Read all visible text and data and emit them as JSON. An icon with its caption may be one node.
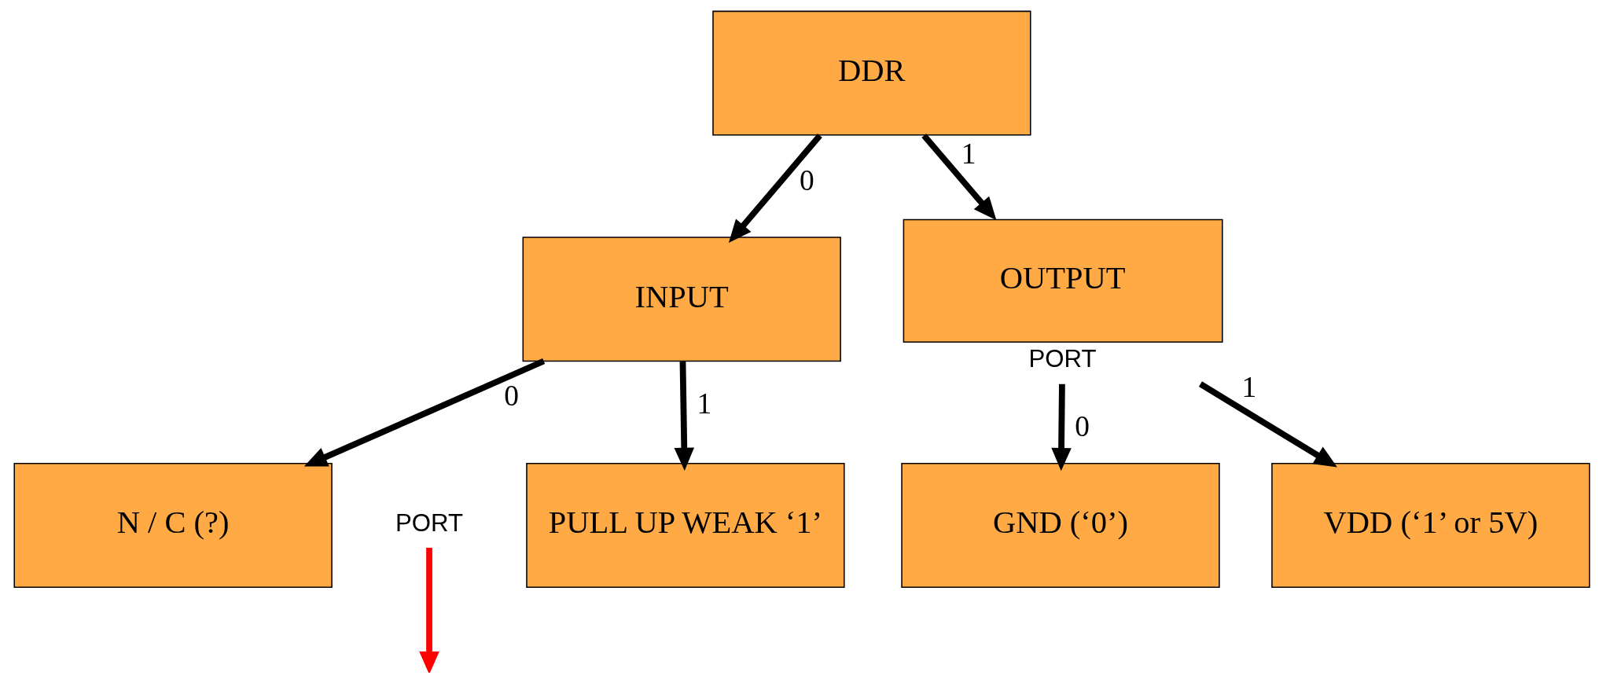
{
  "diagram": {
    "nodes": [
      {
        "text": [
          "DDR"
        ]
      },
      {
        "text": [
          "INPUT"
        ]
      },
      {
        "text": [
          "OUTPUT"
        ],
        "beside": [
          "PORT"
        ]
      },
      {
        "text": [
          "PORT"
        ]
      },
      {
        "text": [
          "N / C (?)"
        ]
      },
      {
        "text": [
          "PULL UP WEAK ‘1’"
        ]
      },
      {
        "text": [
          "GND (‘0’)"
        ]
      },
      {
        "text": [
          "VDD (‘1’ or 5V)"
        ]
      }
    ],
    "edges": [
      {
        "from": 0,
        "to": 1,
        "arrow": "to",
        "label": "0"
      },
      {
        "from": 0,
        "to": 2,
        "arrow": "to",
        "label": "1"
      },
      {
        "from": 1,
        "to": 4,
        "arrow": "to",
        "label": "0"
      },
      {
        "from": 1,
        "to": 5,
        "arrow": "to",
        "label": "1"
      },
      {
        "from": 2,
        "to": 6,
        "arrow": "to",
        "label": "0"
      },
      {
        "from": 2,
        "to": 7,
        "arrow": "to",
        "label": "1"
      },
      {
        "from": 3,
        "to": null,
        "arrow": "to",
        "color": "#ff0000"
      }
    ]
  }
}
